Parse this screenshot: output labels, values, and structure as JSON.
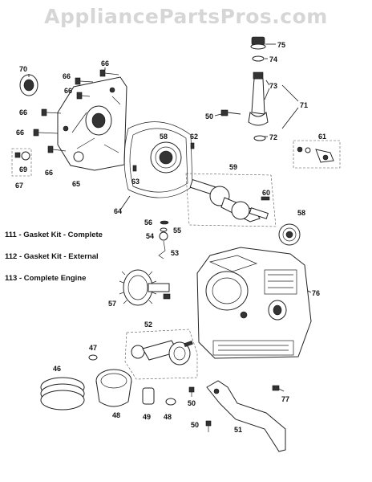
{
  "watermark": "AppliancePartsPros.com",
  "legend": [
    "111 - Gasket Kit - Complete",
    "112 - Gasket Kit - External",
    "113 - Complete Engine"
  ],
  "callouts": {
    "c75": "75",
    "c74": "74",
    "c73": "73",
    "c71": "71",
    "c72": "72",
    "c50a": "50",
    "c70": "70",
    "c66a": "66",
    "c66b": "66",
    "c66c": "66",
    "c66d": "66",
    "c66e": "66",
    "c66f": "66",
    "c69": "69",
    "c67": "67",
    "c65": "65",
    "c58a": "58",
    "c62": "62",
    "c63": "63",
    "c64": "64",
    "c61": "61",
    "c59": "59",
    "c60": "60",
    "c58b": "58",
    "c56": "56",
    "c55": "55",
    "c54": "54",
    "c53": "53",
    "c57": "57",
    "c76": "76",
    "c52": "52",
    "c47": "47",
    "c46": "46",
    "c48a": "48",
    "c49": "49",
    "c48b": "48",
    "c50b": "50",
    "c77": "77",
    "c50c": "50",
    "c51": "51"
  }
}
